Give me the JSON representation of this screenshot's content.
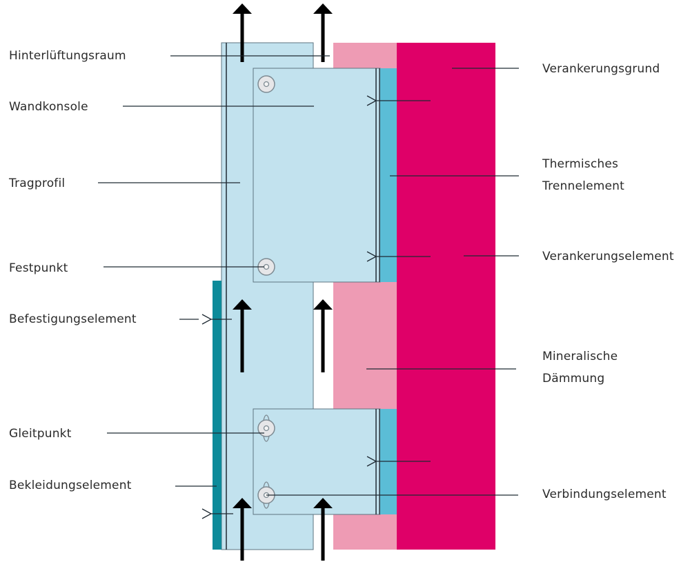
{
  "diagram": {
    "title_visible": false,
    "description": "Hinterlüftete Fassade – Schnittdarstellung mit Wandkonsolen und Luftzirkulation",
    "colors": {
      "background": "#ffffff",
      "tragprofil": "#c2e2ee",
      "konsole": "#c2e2ee",
      "thermisches_trennelement": "#5bbdd6",
      "bekleidung": "#0d8b9a",
      "daemmung": "#ee9bb4",
      "verankerungsgrund": "#df0068",
      "leader_line": "#1f2a33",
      "arrow": "#000000",
      "fastener_fill": "#e6e6e8",
      "fastener_stroke": "#7d8a92"
    },
    "labels_left": [
      {
        "id": "hinterlueftungsraum",
        "text": "Hinterlüftungsraum"
      },
      {
        "id": "wandkonsole",
        "text": "Wandkonsole"
      },
      {
        "id": "tragprofil",
        "text": "Tragprofil"
      },
      {
        "id": "festpunkt",
        "text": "Festpunkt"
      },
      {
        "id": "befestigungselement",
        "text": "Befestigungselement"
      },
      {
        "id": "gleitpunkt",
        "text": "Gleitpunkt"
      },
      {
        "id": "bekleidungselement",
        "text": "Bekleidungselement"
      }
    ],
    "labels_right": [
      {
        "id": "verankerungsgrund",
        "lines": [
          "Verankerungsgrund"
        ]
      },
      {
        "id": "thermisches-trennelement",
        "lines": [
          "Thermisches",
          "Trennelement"
        ]
      },
      {
        "id": "verankerungselement",
        "lines": [
          "Verankerungselement"
        ]
      },
      {
        "id": "mineralische-daemmung",
        "lines": [
          "Mineralische",
          "Dämmung"
        ]
      },
      {
        "id": "verbindungselement",
        "lines": [
          "Verbindungselement"
        ]
      }
    ],
    "airflow_arrows": {
      "direction": "up",
      "count": 6
    }
  }
}
